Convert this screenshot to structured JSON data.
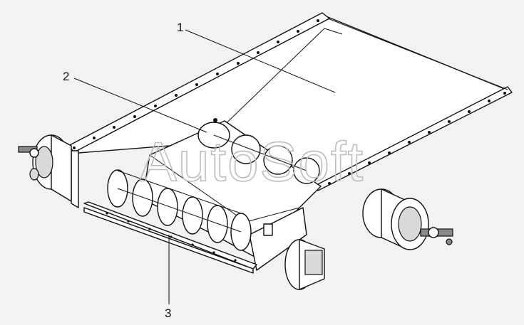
{
  "callouts": {
    "c1": "1",
    "c2": "2",
    "c3": "3"
  },
  "watermark": "AutoSoft",
  "colors": {
    "background": "#f2f2f2",
    "line": "#111111",
    "watermark": "#bdbdbd"
  }
}
